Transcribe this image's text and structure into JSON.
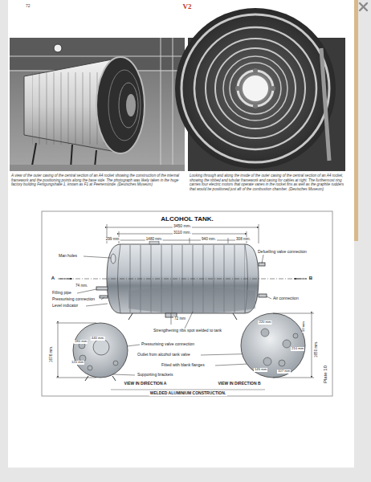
{
  "diagram": {
    "title": "ALCOHOL TANK.",
    "labels": [
      "72",
      "V2",
      "A view of the outer casing of the central section of an A4 rocket showing the construction of the internal framework and the positioning points along the base side. The photograph was likely taken in the huge factory building Fertigungshalle 1, known as F1 at Peenemünde. (Deutsches Museum)",
      "Looking through and along the inside of the outer casing of the central section of an A4 rocket, showing the ribbed and tubular framework and casing for cables at right. The furthermost ring carries four electric motors that operate vanes in the rocket fins as well as the graphite rudders that would be positioned just aft of the combustion chamber. (Deutsches Museum)",
      "3450 mm.",
      "3110 mm.",
      "299 mm",
      "1480 mm.",
      "940 mm.",
      "308 mm.",
      "Man holes",
      "A",
      "B",
      "74 mm.",
      "Filling pipe",
      "Pressurising connection",
      "Level indicator",
      "Defuelling valve connection",
      "Air connection",
      "72 mm",
      "Strengthening ribs spot welded to tank",
      "Pressurising valve connection",
      "Outlet from alcohol tank valve",
      "Fitted with blank flanges",
      "1676 mm.",
      "440 mm.",
      "180 mm",
      "120 mm",
      "Supporting brackets",
      "VIEW IN DIRECTION A",
      "VIEW IN DIRECTION B",
      "WELDED ALUMINIUM CONSTRUCTION.",
      "220 mm",
      "210 mm",
      "145 mm",
      "107 mm",
      "50 mm",
      "1650 mm.",
      "Plate 10"
    ]
  }
}
